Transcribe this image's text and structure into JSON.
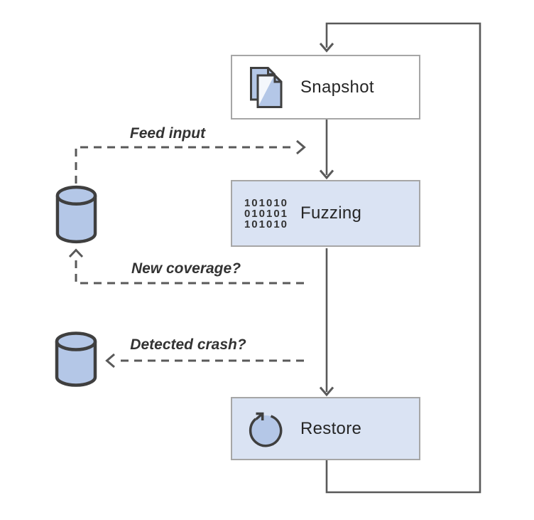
{
  "diagram": {
    "type": "flowchart",
    "nodes": {
      "snapshot": {
        "label": "Snapshot",
        "icon": "documents-copy-icon",
        "fill": "#ffffff"
      },
      "fuzzing": {
        "label": "Fuzzing",
        "icon": "binary-code-icon",
        "fill": "#dae3f3",
        "icon_lines": [
          "101010",
          "010101",
          "101010"
        ]
      },
      "restore": {
        "label": "Restore",
        "icon": "circular-restore-arrow-icon",
        "fill": "#dae3f3"
      }
    },
    "edges": {
      "feed_input": {
        "label": "Feed input",
        "style": "dashed",
        "from": "corpus-database",
        "to": "fuzzing"
      },
      "new_coverage": {
        "label": "New coverage?",
        "style": "dashed",
        "from": "fuzzing",
        "to": "corpus-database"
      },
      "detected_crash": {
        "label": "Detected crash?",
        "style": "dashed",
        "from": "fuzzing",
        "to": "crash-database"
      },
      "snapshot_to_fuzzing": {
        "style": "solid"
      },
      "fuzzing_to_restore": {
        "style": "solid"
      },
      "restore_loop_to_snapshot": {
        "style": "solid"
      }
    },
    "icons": {
      "corpus_database": "database-cylinder-icon",
      "crash_database": "database-cylinder-icon"
    },
    "colors": {
      "node_border": "#a6a6a6",
      "node_fill_blue": "#dae3f3",
      "icon_fill": "#b4c7e7",
      "icon_stroke": "#3f3f3f",
      "connector": "#595959",
      "label_text": "#333333",
      "node_text": "#262626"
    }
  }
}
